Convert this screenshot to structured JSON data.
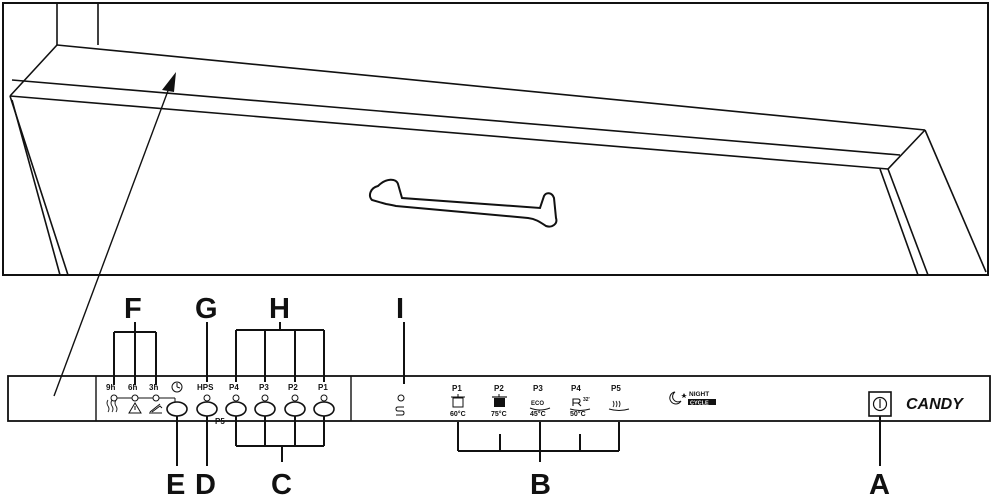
{
  "callouts": {
    "A": "A",
    "B": "B",
    "C": "C",
    "D": "D",
    "E": "E",
    "F": "F",
    "G": "G",
    "H": "H",
    "I": "I"
  },
  "delay": {
    "labels": [
      "9h",
      "6h",
      "3h"
    ]
  },
  "hps": {
    "label": "HPS"
  },
  "half_load": {
    "labels": [
      "P4",
      "P3",
      "P2",
      "P1"
    ],
    "link_label": "P5"
  },
  "programs": [
    {
      "label": "P1",
      "temp": "60°C"
    },
    {
      "label": "P2",
      "temp": "75°C"
    },
    {
      "label": "P3",
      "temp": "45°C",
      "icon_text": "ECO"
    },
    {
      "label": "P4",
      "temp": "50°C",
      "icon_text": "32'"
    },
    {
      "label": "P5",
      "temp": ""
    }
  ],
  "night": {
    "label": "NIGHT",
    "badge": "CYCLE"
  },
  "brand": {
    "name": "CANDY"
  },
  "icons": {
    "delay": "clock-icon",
    "indicators": [
      "drying-icon",
      "warning-icon",
      "rinse-aid-icon"
    ],
    "salt": "salt-indicator-icon",
    "programs": [
      "pot-icon",
      "heavy-pot-icon",
      "eco-icon",
      "quick-icon",
      "prewash-icon"
    ],
    "night": "moon-star-icon",
    "power": "power-icon"
  }
}
